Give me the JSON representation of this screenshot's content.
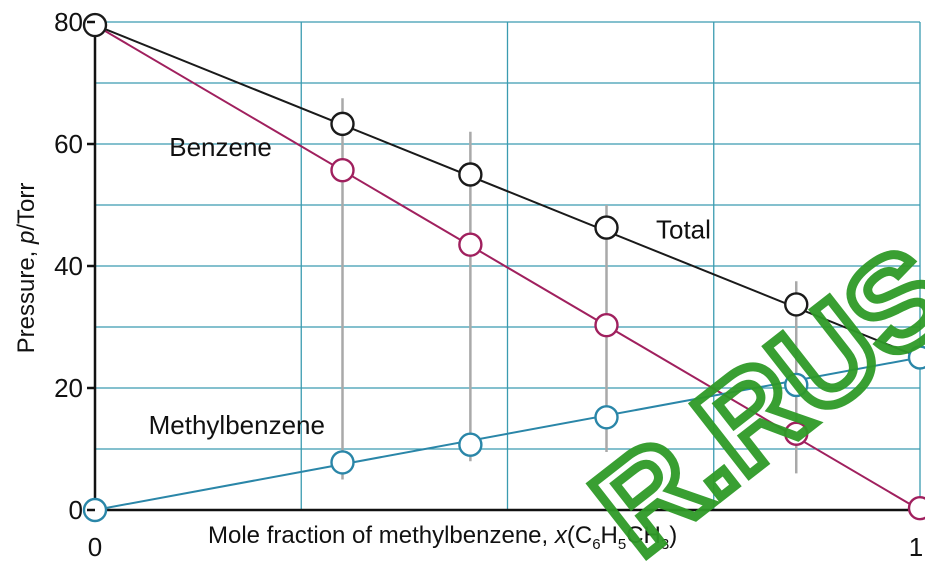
{
  "chart_data": {
    "type": "line",
    "xlabel": "Mole fraction of methylbenzene, x(C6H5CH3)",
    "xlabel_parts": {
      "prefix": "Mole fraction of methylbenzene, ",
      "var": "x",
      "open": "(C",
      "s1": "6",
      "h": "H",
      "s2": "5",
      "ch": "CH",
      "s3": "3",
      "close": ")"
    },
    "ylabel": "Pressure, p/Torr",
    "ylabel_parts": {
      "prefix": "Pressure, ",
      "var": "p",
      "suffix": "/Torr"
    },
    "xlim": [
      0,
      1
    ],
    "ylim": [
      0,
      80
    ],
    "x_ticks": [
      {
        "value": 0,
        "label": "0"
      },
      {
        "value": 1,
        "label": "1"
      }
    ],
    "y_ticks": [
      {
        "value": 0,
        "label": "0"
      },
      {
        "value": 20,
        "label": "20"
      },
      {
        "value": 40,
        "label": "40"
      },
      {
        "value": 60,
        "label": "60"
      },
      {
        "value": 80,
        "label": "80"
      }
    ],
    "grid": true,
    "grid_x": [
      0.25,
      0.5,
      0.75
    ],
    "grid_y": [
      10,
      30,
      50,
      70
    ],
    "colors": {
      "total": "#1a1a1a",
      "benzene": "#a0205e",
      "methylbenzene": "#2a86a8",
      "grid": "#3a9bb0",
      "tie_line": "#a9a9a9"
    },
    "series": [
      {
        "name": "Total",
        "key": "total",
        "line": {
          "x": [
            0,
            1
          ],
          "y": [
            79.5,
            25
          ]
        },
        "points": {
          "x": [
            0,
            0.3,
            0.455,
            0.62,
            0.85
          ],
          "y": [
            79.5,
            63.3,
            55,
            46.3,
            33.7
          ]
        }
      },
      {
        "name": "Benzene",
        "key": "benzene",
        "line": {
          "x": [
            0,
            1
          ],
          "y": [
            79.5,
            0
          ]
        },
        "points": {
          "x": [
            0.3,
            0.455,
            0.62,
            0.85,
            1
          ],
          "y": [
            55.7,
            43.5,
            30.3,
            12.5,
            0.3
          ]
        }
      },
      {
        "name": "Methylbenzene",
        "key": "methylbenzene",
        "line": {
          "x": [
            0,
            1
          ],
          "y": [
            0,
            25
          ]
        },
        "points": {
          "x": [
            0,
            0.3,
            0.455,
            0.62,
            0.85,
            1
          ],
          "y": [
            0,
            7.8,
            10.7,
            15.2,
            20.5,
            25
          ]
        }
      }
    ],
    "tie_lines": [
      {
        "x": 0.3,
        "y_low": 5,
        "y_high": 67.5
      },
      {
        "x": 0.455,
        "y_low": 8,
        "y_high": 62
      },
      {
        "x": 0.62,
        "y_low": 9.5,
        "y_high": 50
      },
      {
        "x": 0.85,
        "y_low": 6,
        "y_high": 37.5
      }
    ],
    "annotations": {
      "benzene": {
        "text": "Benzene",
        "x": 0.09,
        "y": 58
      },
      "total": {
        "text": "Total",
        "x": 0.68,
        "y": 44.5
      },
      "methylbenzene": {
        "text": "Methylbenzene",
        "x": 0.065,
        "y": 12.5
      }
    },
    "watermark": {
      "text": "R.RUS",
      "color": "#2f9a28"
    }
  }
}
